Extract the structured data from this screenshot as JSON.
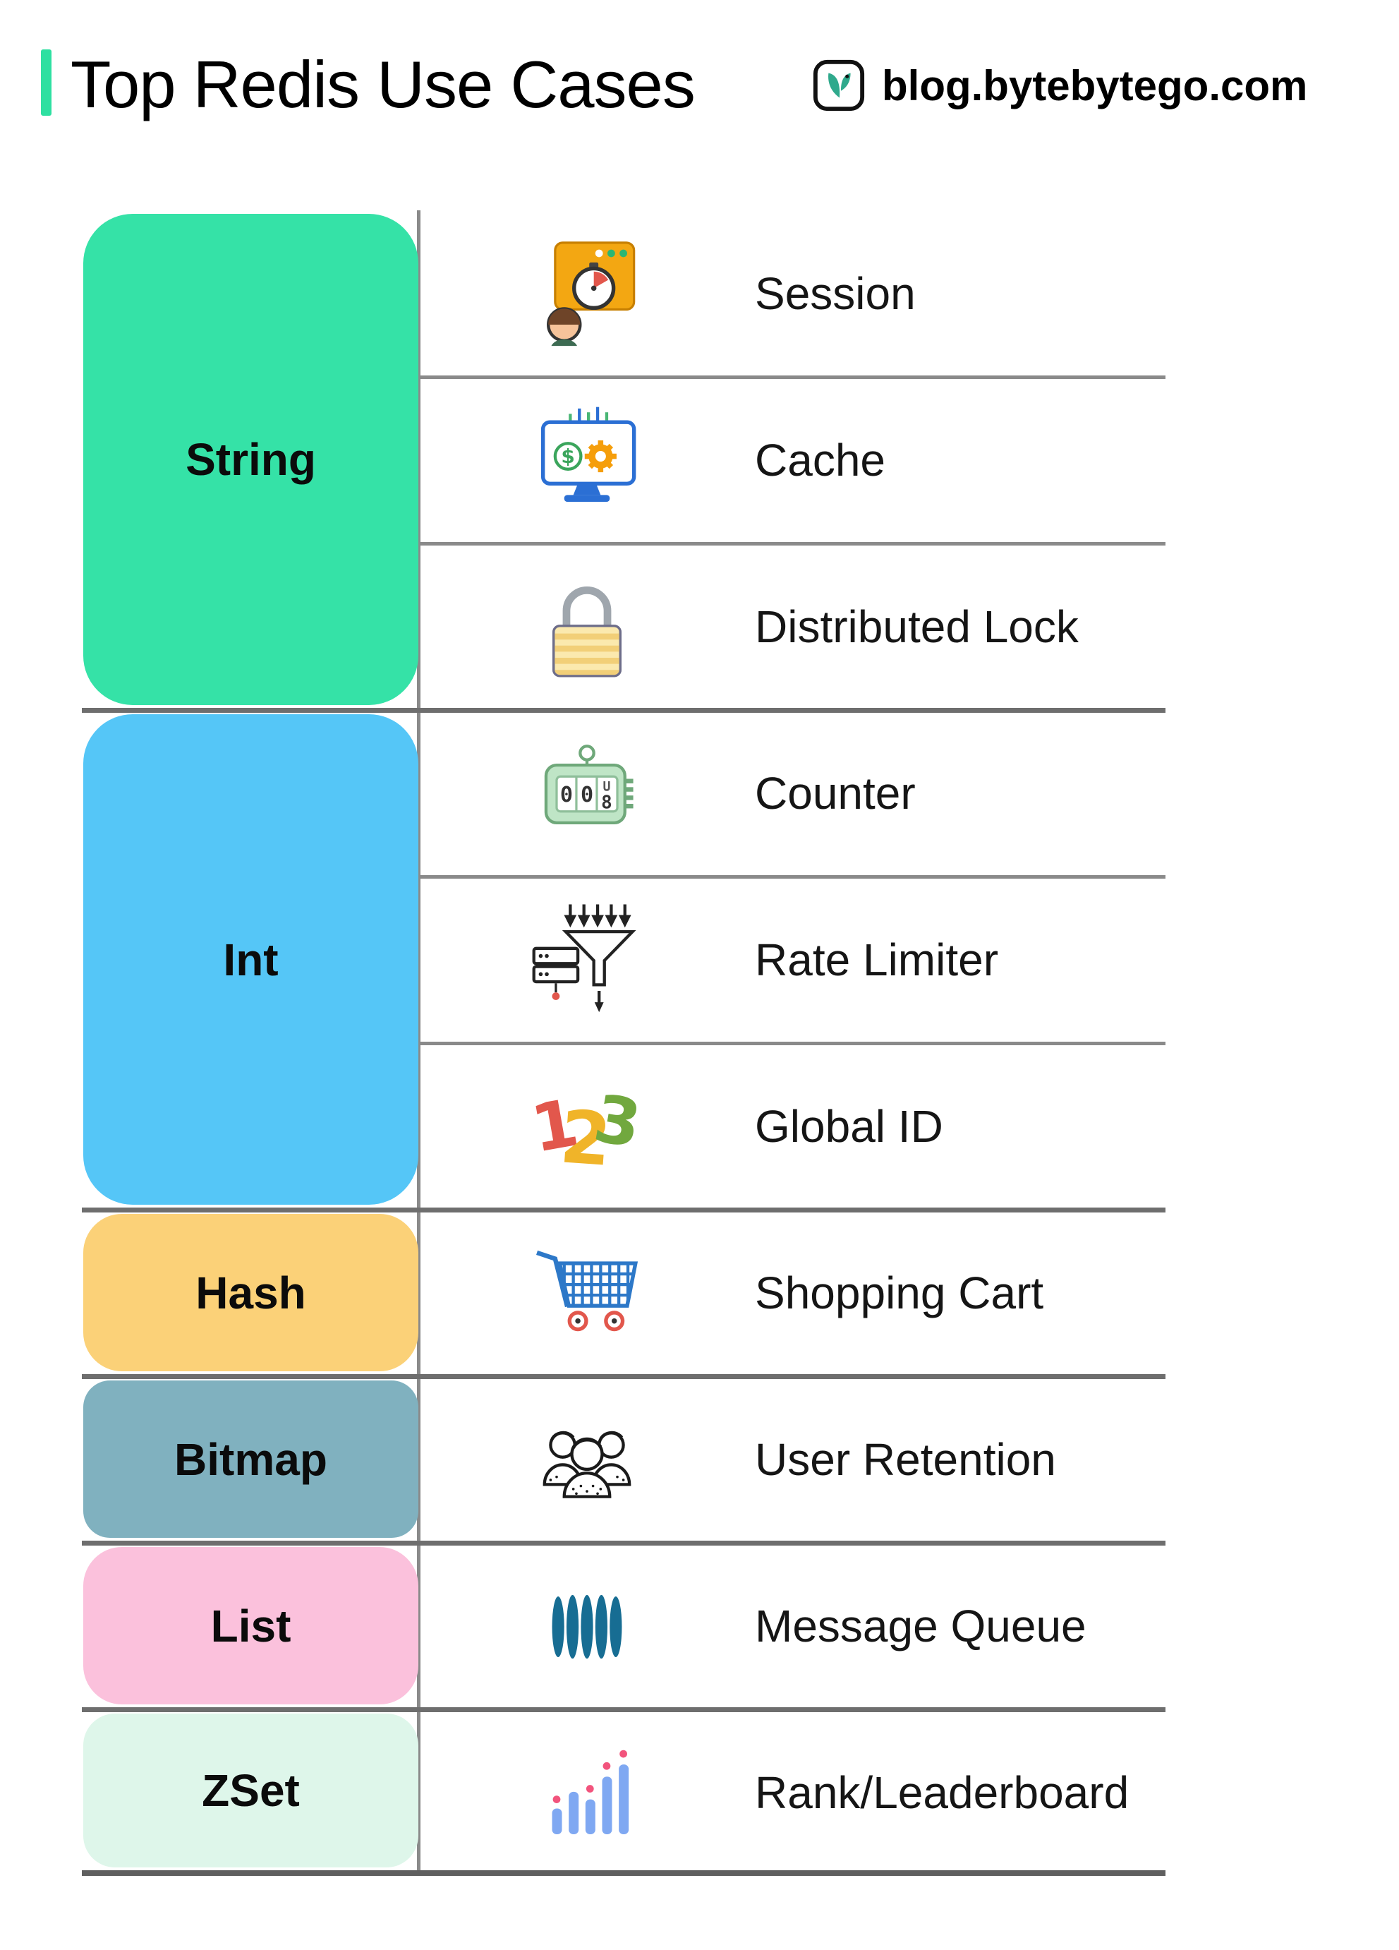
{
  "header": {
    "title": "Top Redis Use Cases",
    "site": "blog.bytebytego.com",
    "accent_color": "#2ee0a1",
    "logo_icon": "bytebytego-logo"
  },
  "sections": [
    {
      "label": "String",
      "color": "#35e2a7",
      "rows": 3
    },
    {
      "label": "Int",
      "color": "#55c6f7",
      "rows": 3
    },
    {
      "label": "Hash",
      "color": "#fbd178",
      "rows": 1
    },
    {
      "label": "Bitmap",
      "color": "#80b1bf",
      "rows": 1
    },
    {
      "label": "List",
      "color": "#fbc1dc",
      "rows": 1
    },
    {
      "label": "ZSet",
      "color": "#def6ea",
      "rows": 1
    }
  ],
  "rows": [
    {
      "label": "Session",
      "icon": "session-icon"
    },
    {
      "label": "Cache",
      "icon": "cache-icon"
    },
    {
      "label": "Distributed Lock",
      "icon": "lock-icon"
    },
    {
      "label": "Counter",
      "icon": "counter-icon"
    },
    {
      "label": "Rate Limiter",
      "icon": "rate-limiter-icon"
    },
    {
      "label": "Global ID",
      "icon": "global-id-icon"
    },
    {
      "label": "Shopping Cart",
      "icon": "shopping-cart-icon"
    },
    {
      "label": "User Retention",
      "icon": "user-retention-icon"
    },
    {
      "label": "Message Queue",
      "icon": "message-queue-icon"
    },
    {
      "label": "Rank/Leaderboard",
      "icon": "leaderboard-icon"
    }
  ],
  "lines": {
    "divider_color": "#8a8a8a",
    "section_line_color": "#6e6e6e"
  }
}
